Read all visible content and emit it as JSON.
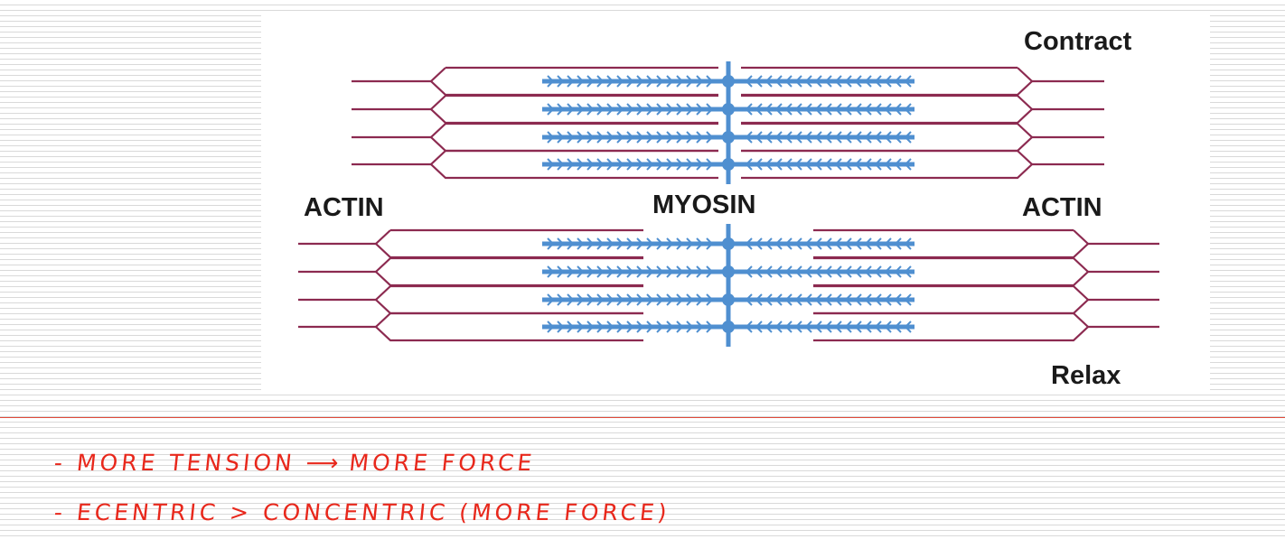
{
  "diagram": {
    "labels": {
      "contract": "Contract",
      "relax": "Relax",
      "actin_left": "ACTIN",
      "myosin": "MYOSIN",
      "actin_right": "ACTIN"
    },
    "colors": {
      "actin": "#8c2a50",
      "myosin": "#4f8fd0",
      "note": "#e8281c",
      "divider": "#e04a3a"
    }
  },
  "notes": {
    "line1": {
      "prefix": "- MORE TENSION",
      "arrow": "⟶",
      "suffix": "MORE FORCE"
    },
    "line2": "- ECENTRIC > CONCENTRIC   (MORE FORCE)"
  }
}
